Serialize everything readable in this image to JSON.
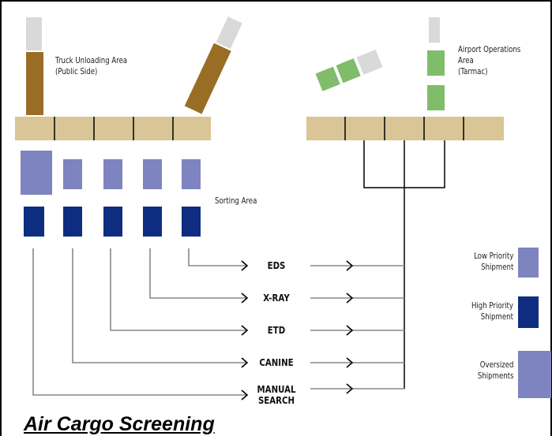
{
  "areas": {
    "truck": "Truck Unloading Area\n(Public Side)",
    "airport": "Airport Operations Area\n(Tarmac)",
    "sorting": "Sorting Area"
  },
  "methods": [
    "EDS",
    "X-RAY",
    "ETD",
    "CANINE",
    "MANUAL\nSEARCH"
  ],
  "legend": {
    "low": "Low Priority\nShipment",
    "high": "High Priority\nShipment",
    "oversized": "Oversized\nShipments"
  },
  "colors": {
    "belt": "#d9c596",
    "truck": "#9a6d25",
    "truck_gray": "#d9d9d9",
    "plane_green": "#80bd6b",
    "low": "#7e84bf",
    "high": "#0f2d80",
    "line": "#000000",
    "arrow": "#888888"
  },
  "caption": "Air Cargo Screening"
}
